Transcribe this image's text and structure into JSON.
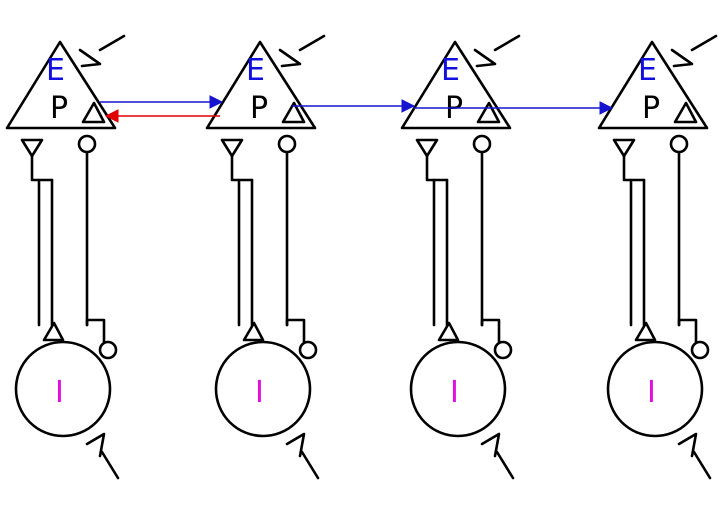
{
  "colors": {
    "line": "#000000",
    "E": "#1010e0",
    "P": "#000000",
    "I": "#e010e0",
    "blue_link": "#1515d0",
    "red_link": "#e00000"
  },
  "modules": [
    {
      "E_label": "E",
      "P_label": "P",
      "I_label": "I"
    },
    {
      "E_label": "E",
      "P_label": "P",
      "I_label": "I"
    },
    {
      "E_label": "E",
      "P_label": "P",
      "I_label": "I"
    },
    {
      "E_label": "E",
      "P_label": "P",
      "I_label": "I"
    }
  ],
  "connections": [
    {
      "from": 1,
      "to": 2,
      "color": "blue"
    },
    {
      "from": 2,
      "to": 1,
      "color": "red"
    },
    {
      "from": 2,
      "to": 3,
      "color": "blue"
    },
    {
      "from": 3,
      "to": 4,
      "color": "blue"
    }
  ]
}
